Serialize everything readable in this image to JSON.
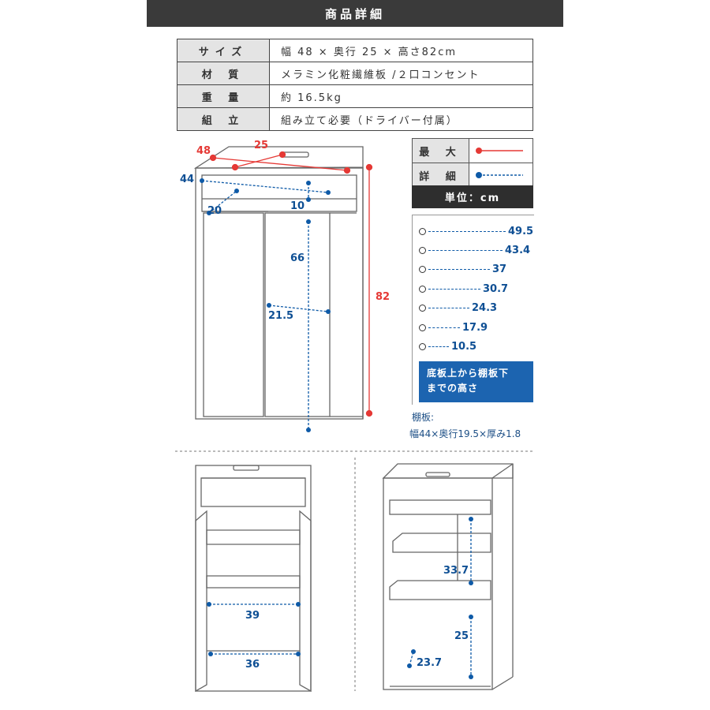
{
  "header": {
    "title": "商品詳細"
  },
  "specs": [
    {
      "key": "サイズ",
      "value": "幅 48 × 奥行 25 × 高さ82cm"
    },
    {
      "key": "材 質",
      "value": "メラミン化粧繊維板 /２口コンセント"
    },
    {
      "key": "重 量",
      "value": "約 16.5kg"
    },
    {
      "key": "組 立",
      "value": "組み立て必要（ドライバー付属）"
    }
  ],
  "legend": {
    "max_label": "最 大",
    "max_color": "#e53935",
    "detail_label": "詳 細",
    "detail_color": "#0e5aa7",
    "unit": "単位：cm"
  },
  "shelf_heights": [
    "49.5",
    "43.4",
    "37",
    "30.7",
    "24.3",
    "17.9",
    "10.5"
  ],
  "shelf_note": {
    "line1": "底板上から棚板下",
    "line2": "までの高さ"
  },
  "shelf_board": {
    "label": "棚板:",
    "size": "幅44×奥行19.5×厚み1.8"
  },
  "main_dims": {
    "width": "48",
    "depth": "25",
    "height": "82",
    "inner_width": "44",
    "inner_depth": "20",
    "top_gap": "10",
    "door_height": "66",
    "inner_door_depth": "21.5"
  },
  "open_view": {
    "width_upper": "39",
    "width_lower": "36"
  },
  "shelf_view": {
    "shelf_span": "33.7",
    "bottom_height": "25",
    "bottom_depth": "23.7"
  }
}
